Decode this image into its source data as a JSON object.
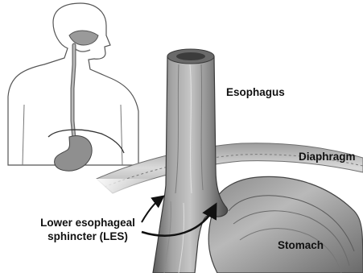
{
  "labels": {
    "esophagus": "Esophagus",
    "diaphragm": "Diaphragm",
    "stomach": "Stomach",
    "les_line1": "Lower esophageal",
    "les_line2": "sphincter (LES)"
  }
}
